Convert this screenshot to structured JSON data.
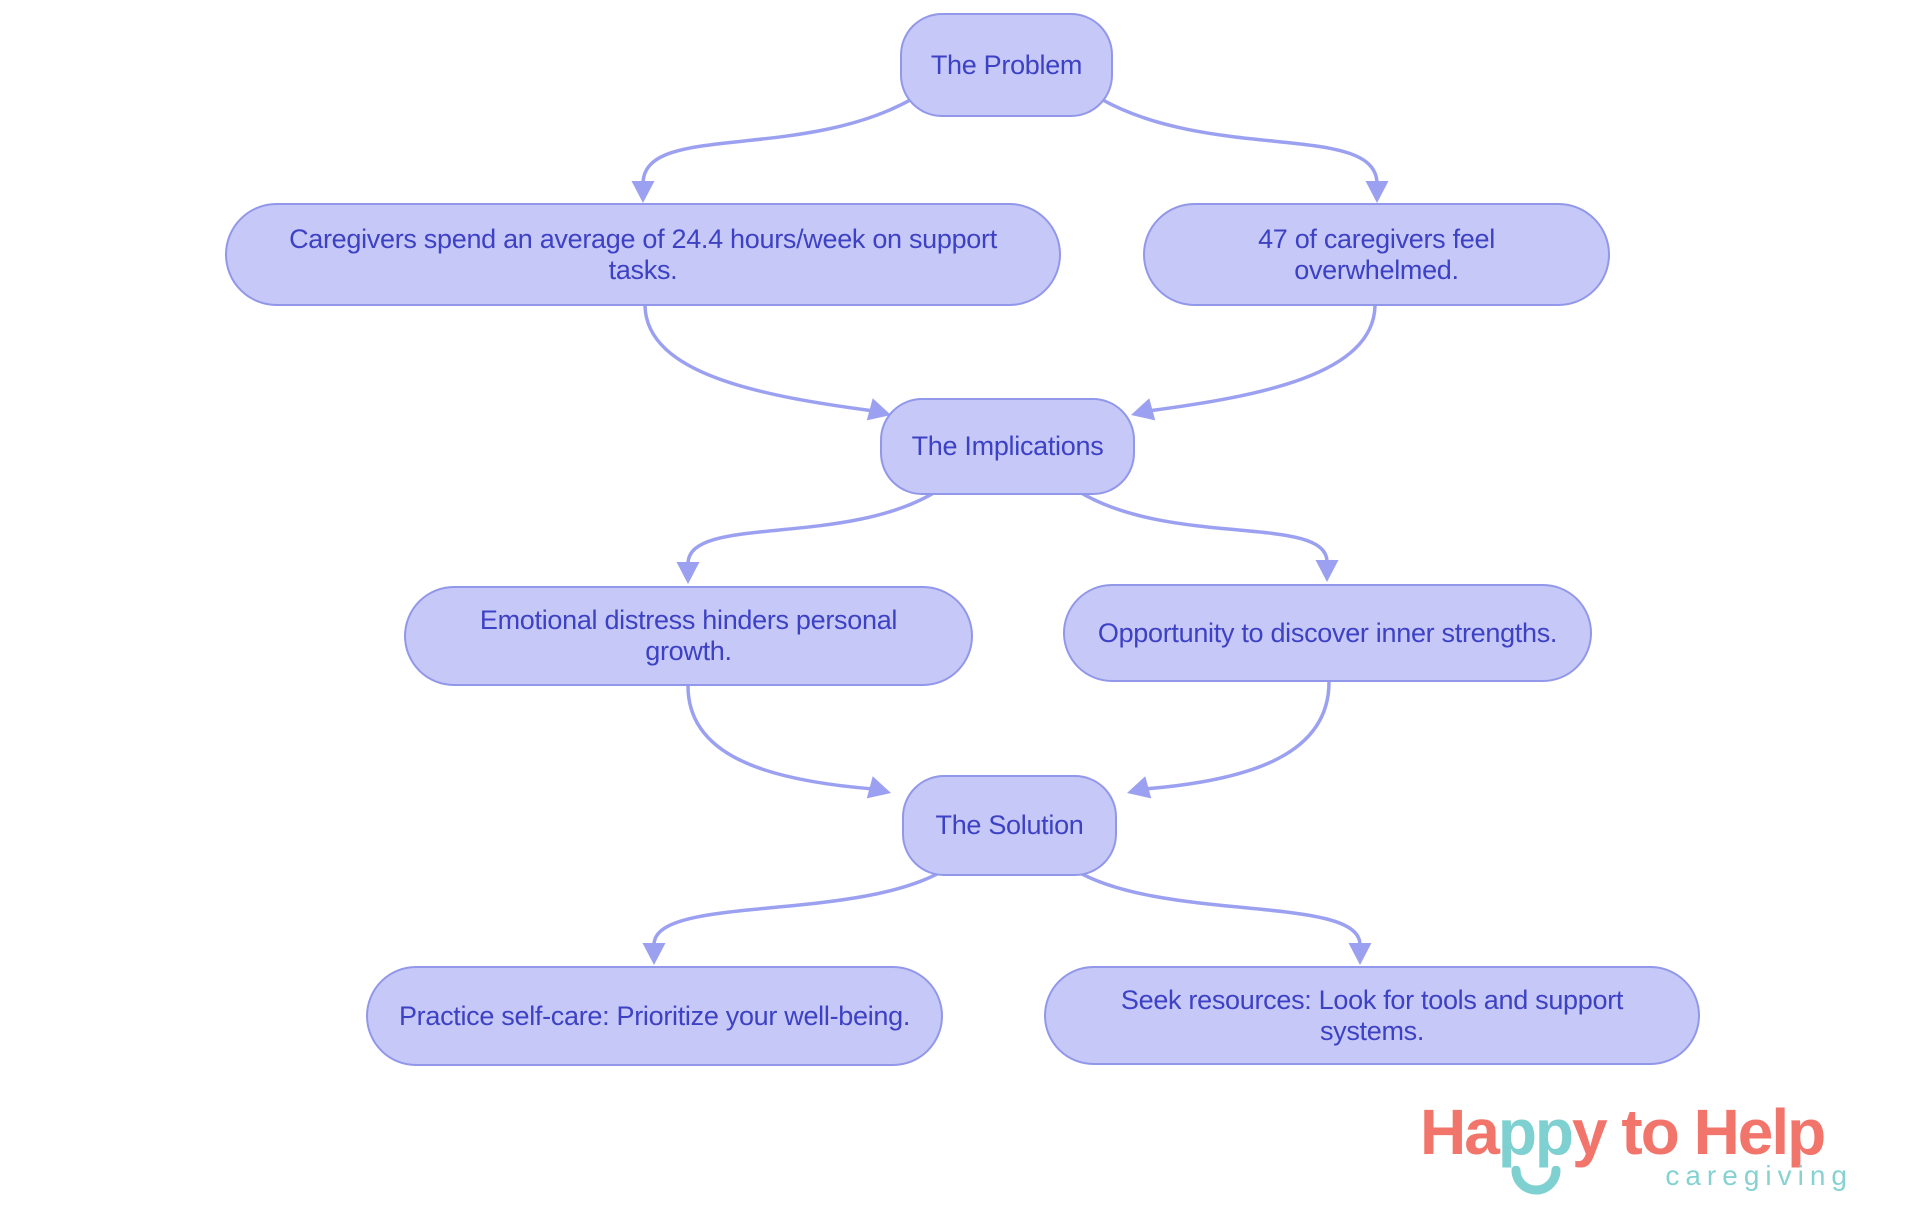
{
  "diagram": {
    "nodes": {
      "problem": {
        "label": "The Problem"
      },
      "caregivers": {
        "label": "Caregivers spend an average of 24.4 hours/week on support tasks."
      },
      "overwhelmed": {
        "label": "47 of caregivers feel overwhelmed."
      },
      "implications": {
        "label": "The Implications"
      },
      "emotional": {
        "label": "Emotional distress hinders personal growth."
      },
      "opportunity": {
        "label": "Opportunity to discover inner strengths."
      },
      "solution": {
        "label": "The Solution"
      },
      "practice": {
        "label": "Practice self-care: Prioritize your well-being."
      },
      "seek": {
        "label": "Seek resources: Look for tools and support systems."
      }
    },
    "edges": [
      {
        "from": "problem",
        "to": "caregivers"
      },
      {
        "from": "problem",
        "to": "overwhelmed"
      },
      {
        "from": "caregivers",
        "to": "implications"
      },
      {
        "from": "overwhelmed",
        "to": "implications"
      },
      {
        "from": "implications",
        "to": "emotional"
      },
      {
        "from": "implications",
        "to": "opportunity"
      },
      {
        "from": "emotional",
        "to": "solution"
      },
      {
        "from": "opportunity",
        "to": "solution"
      },
      {
        "from": "solution",
        "to": "practice"
      },
      {
        "from": "solution",
        "to": "seek"
      }
    ],
    "colors": {
      "node_fill": "#c6c8f7",
      "node_border": "#9298e9",
      "node_text": "#3d41c4",
      "arrow": "#9ba1f0"
    }
  },
  "logo": {
    "word_part_1": "Ha",
    "word_part_2": "pp",
    "word_part_3": "y",
    "word_part_4": " to Help",
    "tagline": "caregiving",
    "colors": {
      "coral": "#f2756b",
      "teal": "#7fd0d0"
    }
  }
}
